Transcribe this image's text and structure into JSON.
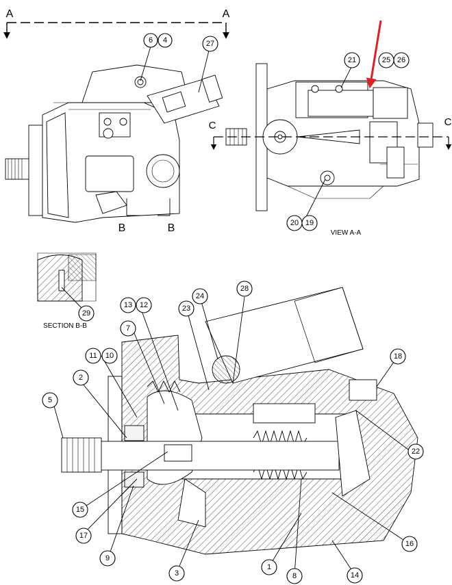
{
  "section_markers": {
    "a_left": "A",
    "a_right": "A",
    "b_left": "B",
    "b_right": "B",
    "c_left": "C",
    "c_right": "C"
  },
  "captions": {
    "view_aa": "VIEW A-A",
    "section_bb": "SECTION B-B"
  },
  "callouts": {
    "c6": "6",
    "c4": "4",
    "c27": "27",
    "c21": "21",
    "c25": "25",
    "c26": "26",
    "c20": "20",
    "c19": "19",
    "c29": "29",
    "c28": "28",
    "c24": "24",
    "c23": "23",
    "c13": "13",
    "c12": "12",
    "c7": "7",
    "c11": "11",
    "c10": "10",
    "c18": "18",
    "c2": "2",
    "c5": "5",
    "c22": "22",
    "c15": "15",
    "c17": "17",
    "c9": "9",
    "c3": "3",
    "c1": "1",
    "c8": "8",
    "c16": "16",
    "c14": "14"
  },
  "colors": {
    "line": "#000000",
    "arrow": "#e02020",
    "background": "#ffffff"
  }
}
